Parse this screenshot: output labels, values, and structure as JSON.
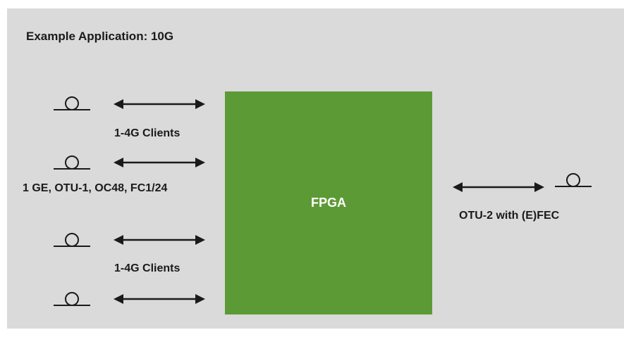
{
  "title": "Example Application: 10G",
  "fpga": {
    "label": "FPGA",
    "color": "#5c9a35"
  },
  "background_color": "#d9dad9",
  "labels": {
    "clients_top": "1-4G Clients",
    "protocols": "1 GE, OTU-1, OC48, FC1/24",
    "clients_bottom": "1-4G Clients",
    "line_side": "OTU-2 with (E)FEC"
  },
  "ports": {
    "client_ports": 4,
    "line_ports": 1
  },
  "icons": [
    "fiber-port-icon",
    "bidirectional-arrow-icon"
  ]
}
